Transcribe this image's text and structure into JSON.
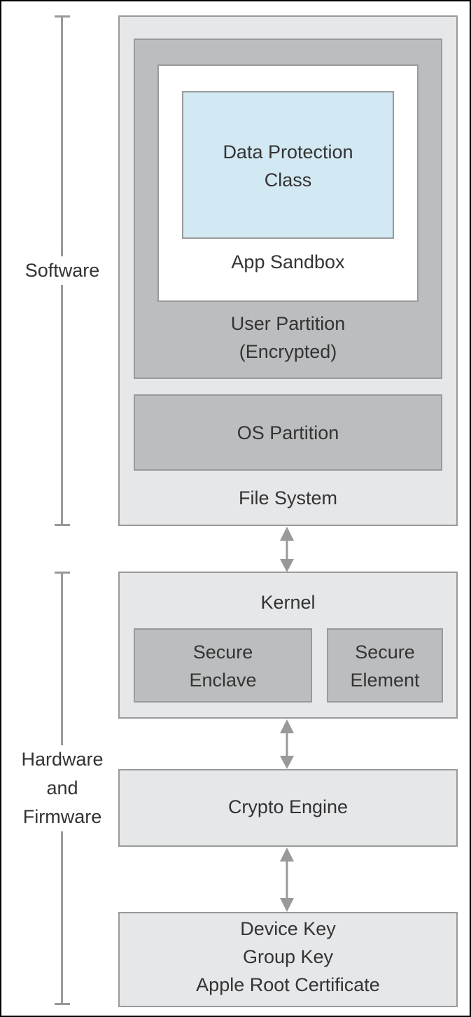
{
  "layers": {
    "software": "Software",
    "hardware": [
      "Hardware",
      "and",
      "Firmware"
    ]
  },
  "boxes": {
    "file_system": "File System",
    "user_partition": [
      "User Partition",
      "(Encrypted)"
    ],
    "app_sandbox": "App Sandbox",
    "data_protection_class": [
      "Data Protection",
      "Class"
    ],
    "os_partition": "OS Partition",
    "kernel": "Kernel",
    "secure_enclave": [
      "Secure",
      "Enclave"
    ],
    "secure_element": [
      "Secure",
      "Element"
    ],
    "crypto_engine": "Crypto Engine",
    "keys": [
      "Device Key",
      "Group Key",
      "Apple Root Certificate"
    ]
  },
  "colors": {
    "light": "#e6e7e9",
    "dark": "#bcbdbf",
    "blue": "#d2e8f3",
    "arrow": "#999999"
  }
}
